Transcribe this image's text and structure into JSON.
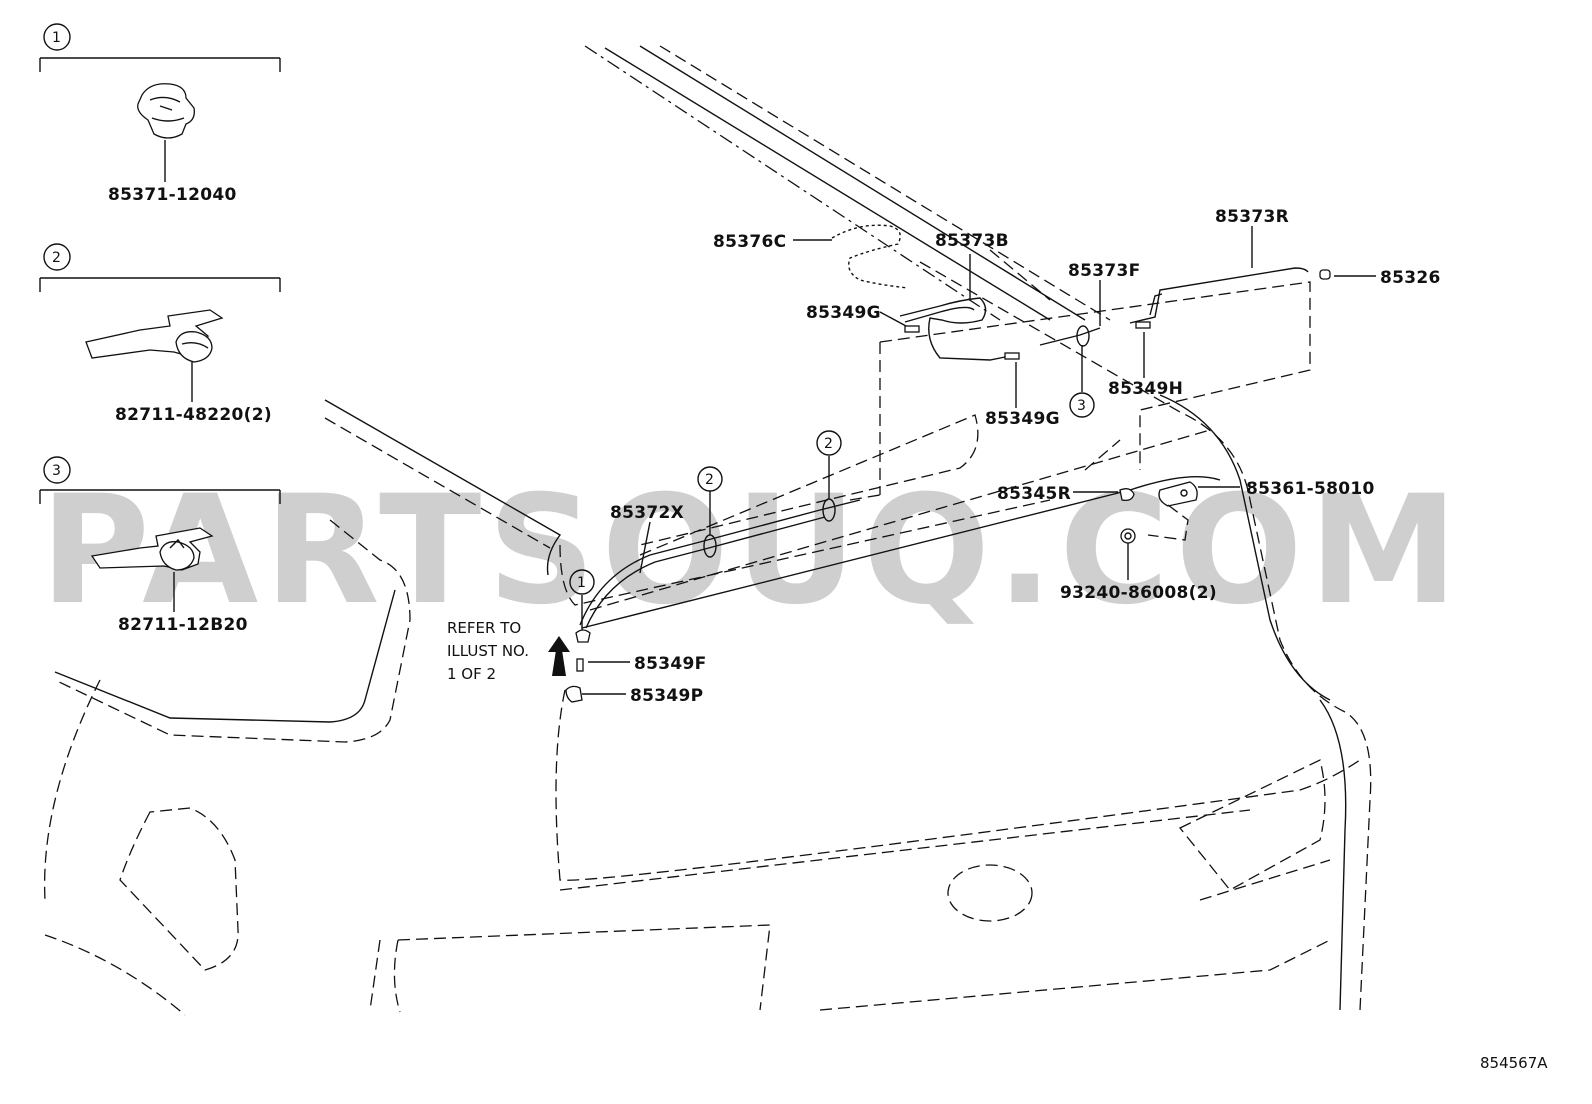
{
  "watermark": "PARTSOUQ.COM",
  "diagram_code": "854567A",
  "inset_groups": [
    {
      "id": "1",
      "part_number": "85371-12040"
    },
    {
      "id": "2",
      "part_number": "82711-48220(2)"
    },
    {
      "id": "3",
      "part_number": "82711-12B20"
    }
  ],
  "callouts": {
    "c85376C": "85376C",
    "c85373B": "85373B",
    "c85373F": "85373F",
    "c85373R": "85373R",
    "c85326": "85326",
    "c85349G_top": "85349G",
    "c85349G_mid": "85349G",
    "c85349H": "85349H",
    "c85372X": "85372X",
    "c85345R": "85345R",
    "c85361": "85361-58010",
    "c93240": "93240-86008(2)",
    "c85349F": "85349F",
    "c85349P": "85349P"
  },
  "ref_circles": {
    "r3": "3",
    "r2a": "2",
    "r2b": "2",
    "r1": "1"
  },
  "refer_note": {
    "line1": "REFER TO",
    "line2": "ILLUST NO.",
    "line3": "1 OF 2"
  }
}
